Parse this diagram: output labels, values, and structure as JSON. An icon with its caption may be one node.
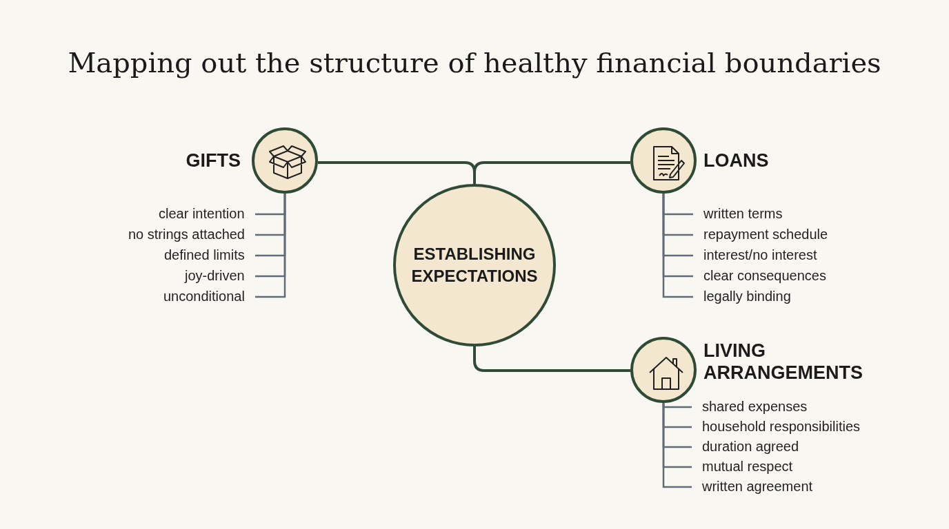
{
  "diagram": {
    "title": "Mapping out the structure of healthy financial boundaries",
    "nodes": [
      {
        "text": [
          "ESTABLISHING EXPECTATIONS"
        ]
      },
      {
        "text": [
          "GIFTS"
        ]
      },
      {
        "text": [
          "clear intention"
        ]
      },
      {
        "text": [
          "no strings attached"
        ]
      },
      {
        "text": [
          "defined limits"
        ]
      },
      {
        "text": [
          "joy-driven"
        ]
      },
      {
        "text": [
          "unconditional"
        ]
      },
      {
        "text": [
          "LOANS"
        ]
      },
      {
        "text": [
          "written terms"
        ]
      },
      {
        "text": [
          "repayment schedule"
        ]
      },
      {
        "text": [
          "interest/no interest"
        ]
      },
      {
        "text": [
          "clear consequences"
        ]
      },
      {
        "text": [
          "legally binding"
        ]
      },
      {
        "text": [
          "LIVING ARRANGEMENTS"
        ]
      },
      {
        "text": [
          "shared expenses"
        ]
      },
      {
        "text": [
          "household responsibilities"
        ]
      },
      {
        "text": [
          "duration agreed"
        ]
      },
      {
        "text": [
          "mutual respect"
        ]
      },
      {
        "text": [
          "written agreement"
        ]
      }
    ],
    "edges": [
      {
        "from": 0,
        "to": 1,
        "arrow": "none"
      },
      {
        "from": 0,
        "to": 7,
        "arrow": "none"
      },
      {
        "from": 0,
        "to": 13,
        "arrow": "none"
      },
      {
        "from": 1,
        "to": 2,
        "arrow": "none"
      },
      {
        "from": 1,
        "to": 3,
        "arrow": "none"
      },
      {
        "from": 1,
        "to": 4,
        "arrow": "none"
      },
      {
        "from": 1,
        "to": 5,
        "arrow": "none"
      },
      {
        "from": 1,
        "to": 6,
        "arrow": "none"
      },
      {
        "from": 7,
        "to": 8,
        "arrow": "none"
      },
      {
        "from": 7,
        "to": 9,
        "arrow": "none"
      },
      {
        "from": 7,
        "to": 10,
        "arrow": "none"
      },
      {
        "from": 7,
        "to": 11,
        "arrow": "none"
      },
      {
        "from": 7,
        "to": 12,
        "arrow": "none"
      },
      {
        "from": 13,
        "to": 14,
        "arrow": "none"
      },
      {
        "from": 13,
        "to": 15,
        "arrow": "none"
      },
      {
        "from": 13,
        "to": 16,
        "arrow": "none"
      },
      {
        "from": 13,
        "to": 17,
        "arrow": "none"
      },
      {
        "from": 13,
        "to": 18,
        "arrow": "none"
      }
    ]
  }
}
